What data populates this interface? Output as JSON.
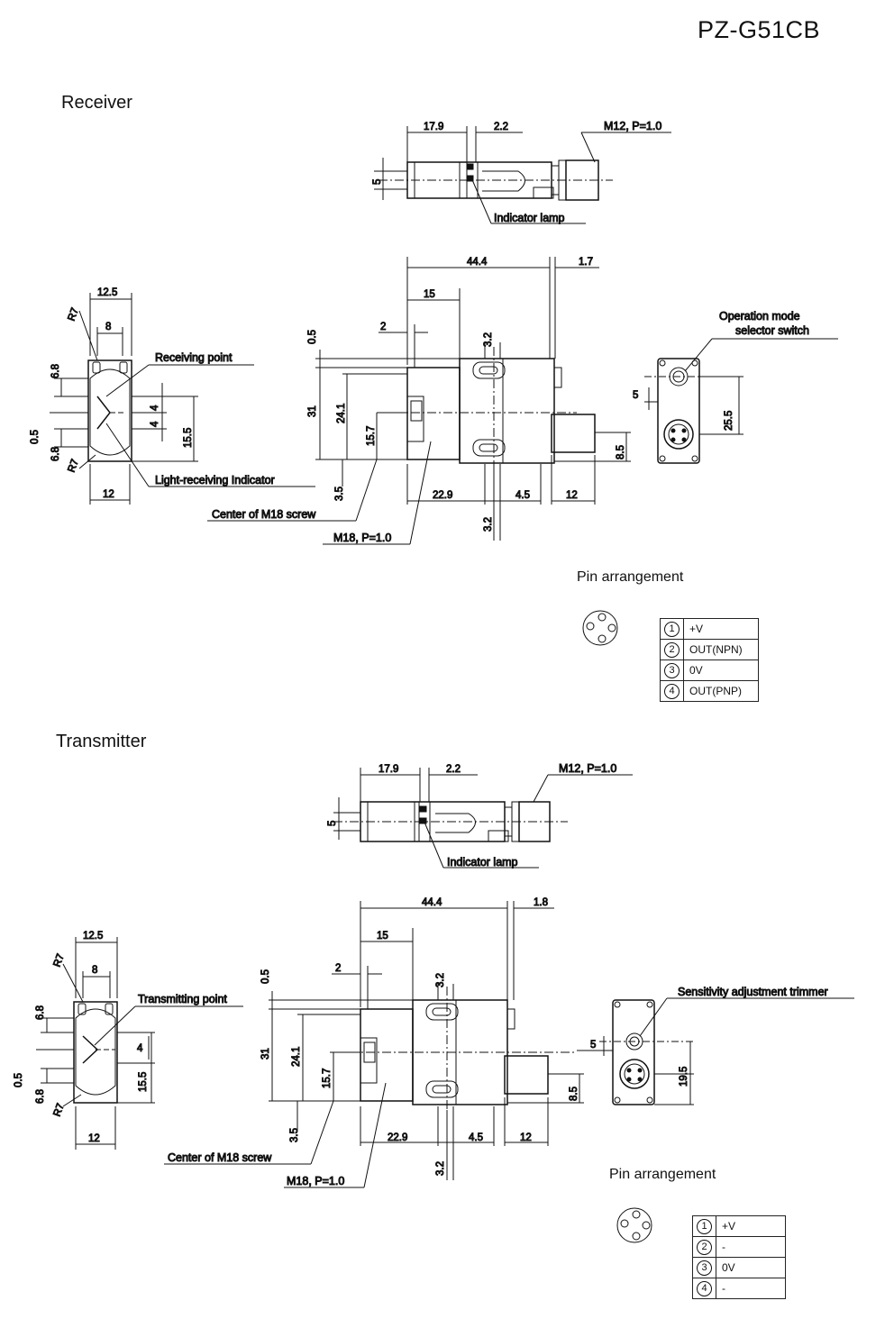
{
  "model": "PZ-G51CB",
  "receiver": {
    "title": "Receiver",
    "top_view": {
      "d_left": "17.9",
      "d_right": "2.2",
      "thread": "M12, P=1.0",
      "height": "5",
      "indicator": "Indicator lamp"
    },
    "front_view": {
      "d_width": "12.5",
      "d_inner": "8",
      "radius_top": "R7",
      "radius_bottom": "R7",
      "h_top": "6.8",
      "offset": "0.5",
      "h_bottom": "6.8",
      "d_4a": "4",
      "d_4b": "4",
      "d_15_5": "15.5",
      "d_base": "12",
      "receiving_point": "Receiving point",
      "light_indicator": "Light-receiving Indicator"
    },
    "side_view": {
      "d_total": "44.4",
      "d_1_7": "1.7",
      "d_15": "15",
      "d_2": "2",
      "d_0_5": "0.5",
      "d_3_2_top": "3.2",
      "d_31": "31",
      "d_24_1": "24.1",
      "d_15_7": "15.7",
      "d_3_5": "3.5",
      "d_22_9": "22.9",
      "d_4_5": "4.5",
      "d_12": "12",
      "d_8_5": "8.5",
      "d_3_2_bottom": "3.2",
      "center_screw": "Center of M18 screw",
      "thread": "M18, P=1.0"
    },
    "back_view": {
      "switch_label_1": "Operation mode",
      "switch_label_2": "selector switch",
      "d_5": "5",
      "d_25_5": "25.5"
    },
    "pins": {
      "title": "Pin arrangement",
      "rows": [
        {
          "num": "1",
          "label": "+V"
        },
        {
          "num": "2",
          "label": "OUT(NPN)"
        },
        {
          "num": "3",
          "label": "0V"
        },
        {
          "num": "4",
          "label": "OUT(PNP)"
        }
      ]
    }
  },
  "transmitter": {
    "title": "Transmitter",
    "top_view": {
      "d_left": "17.9",
      "d_right": "2.2",
      "thread": "M12, P=1.0",
      "height": "5",
      "indicator": "Indicator lamp"
    },
    "front_view": {
      "d_width": "12.5",
      "d_inner": "8",
      "radius_top": "R7",
      "radius_bottom": "R7",
      "h_top": "6.8",
      "offset": "0.5",
      "h_bottom": "6.8",
      "d_4": "4",
      "d_15_5": "15.5",
      "d_base": "12",
      "transmitting_point": "Transmitting point"
    },
    "side_view": {
      "d_total": "44.4",
      "d_1_8": "1.8",
      "d_15": "15",
      "d_2": "2",
      "d_0_5": "0.5",
      "d_3_2_top": "3.2",
      "d_31": "31",
      "d_24_1": "24.1",
      "d_15_7": "15.7",
      "d_3_5": "3.5",
      "d_22_9": "22.9",
      "d_4_5": "4.5",
      "d_12": "12",
      "d_8_5": "8.5",
      "d_3_2_bottom": "3.2",
      "center_screw": "Center of M18 screw",
      "thread": "M18, P=1.0"
    },
    "back_view": {
      "trimmer_label": "Sensitivity adjustment trimmer",
      "d_5": "5",
      "d_19_5": "19.5"
    },
    "pins": {
      "title": "Pin arrangement",
      "rows": [
        {
          "num": "1",
          "label": "+V"
        },
        {
          "num": "2",
          "label": "-"
        },
        {
          "num": "3",
          "label": "0V"
        },
        {
          "num": "4",
          "label": "-"
        }
      ]
    }
  }
}
